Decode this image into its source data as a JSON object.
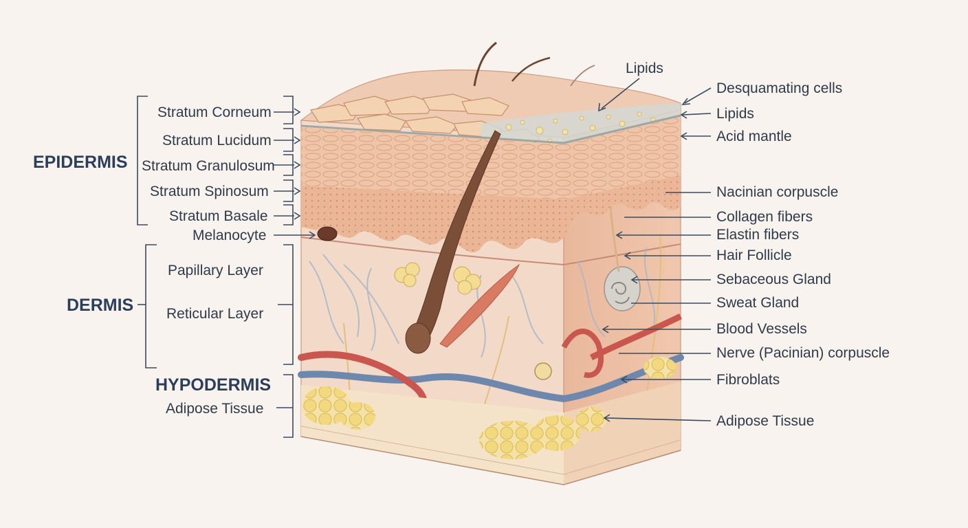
{
  "sections": {
    "epidermis": "EPIDERMIS",
    "dermis": "DERMIS",
    "hypodermis": "HYPODERMIS"
  },
  "left_labels": {
    "stratum_corneum": "Stratum Corneum",
    "stratum_lucidum": "Stratum Lucidum",
    "stratum_granulosum": "Stratum Granulosum",
    "stratum_spinosum": "Stratum Spinosum",
    "stratum_basale": "Stratum Basale",
    "melanocyte": "Melanocyte",
    "papillary_layer": "Papillary Layer",
    "reticular_layer": "Reticular Layer",
    "adipose_tissue": "Adipose Tissue"
  },
  "right_labels": {
    "lipids_top": "Lipids",
    "desquamating_cells": "Desquamating cells",
    "lipids": "Lipids",
    "acid_mantle": "Acid mantle",
    "nacinian_corpuscle": "Nacinian corpuscle",
    "collagen_fibers": "Collagen fibers",
    "elastin_fibers": "Elastin fibers",
    "hair_follicle": "Hair Follicle",
    "sebaceous_gland": "Sebaceous Gland",
    "sweat_gland": "Sweat Gland",
    "blood_vessels": "Blood Vessels",
    "nerve_corpuscle": "Nerve (Pacinian) corpuscle",
    "fibroblats": "Fibroblats",
    "adipose_tissue": "Adipose Tissue"
  },
  "colors": {
    "background": "#f8f3ee",
    "label_text": "#2f3a4a",
    "section_text": "#2b3e5a",
    "skin_surface": "#f0cbb3",
    "epidermis": "#efc2a4",
    "dermis": "#f3d6c3",
    "fat": "#f2dc8a",
    "artery": "#c9574f",
    "vein": "#6d87ad",
    "hair": "#6b4431"
  }
}
